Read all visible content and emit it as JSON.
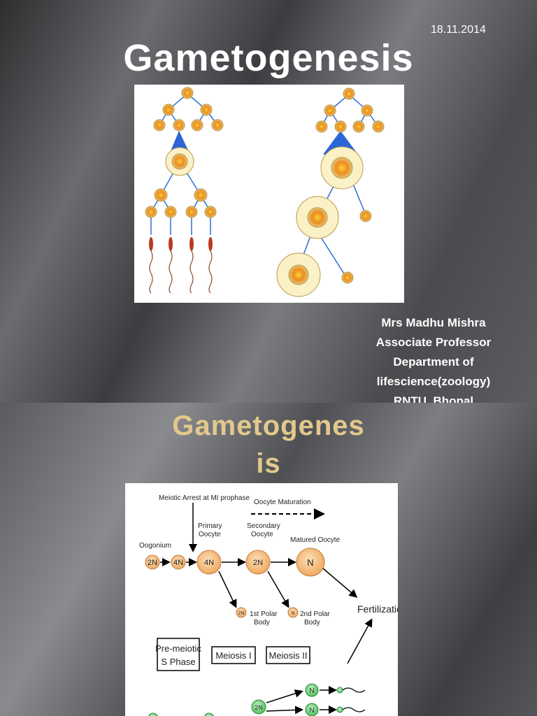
{
  "slide1": {
    "date": "18.11.2014",
    "title": "Gametogenesis",
    "author": {
      "name": "Mrs Madhu Mishra",
      "position": "Associate Professor",
      "department_line1": "Department of",
      "department_line2": "lifescience(zoology)",
      "institution": "RNTU, Bhopal"
    }
  },
  "slide2": {
    "title_line1": "Gametogenes",
    "title_line2": "is",
    "diagram": {
      "meiotic_arrest": "Meiotic Arrest at MI prophase",
      "oocyte_maturation": "Oocyte Maturation",
      "oogonium": "Oogonium",
      "primary_oocyte_1": "Primary",
      "primary_oocyte_2": "Oocyte",
      "secondary_oocyte_1": "Secondary",
      "secondary_oocyte_2": "Oocyte",
      "matured_oocyte": "Matured Oocyte",
      "n2": "2N",
      "n4": "4N",
      "n4b": "4N",
      "n2b": "2N",
      "n1": "N",
      "pb1_cell": "2N",
      "pb1_label1": "1st Polar",
      "pb1_label2": "Body",
      "pb2_cell": "N",
      "pb2_label1": "2nd Polar",
      "pb2_label2": "Body",
      "fertilization": "Fertilization",
      "premeiotic_1": "Pre-meiotic",
      "premeiotic_2": "S Phase",
      "meiosis1": "Meiosis I",
      "meiosis2": "Meiosis II",
      "sperm_2n": "2N",
      "sperm_n1": "N",
      "sperm_n2": "N"
    }
  }
}
